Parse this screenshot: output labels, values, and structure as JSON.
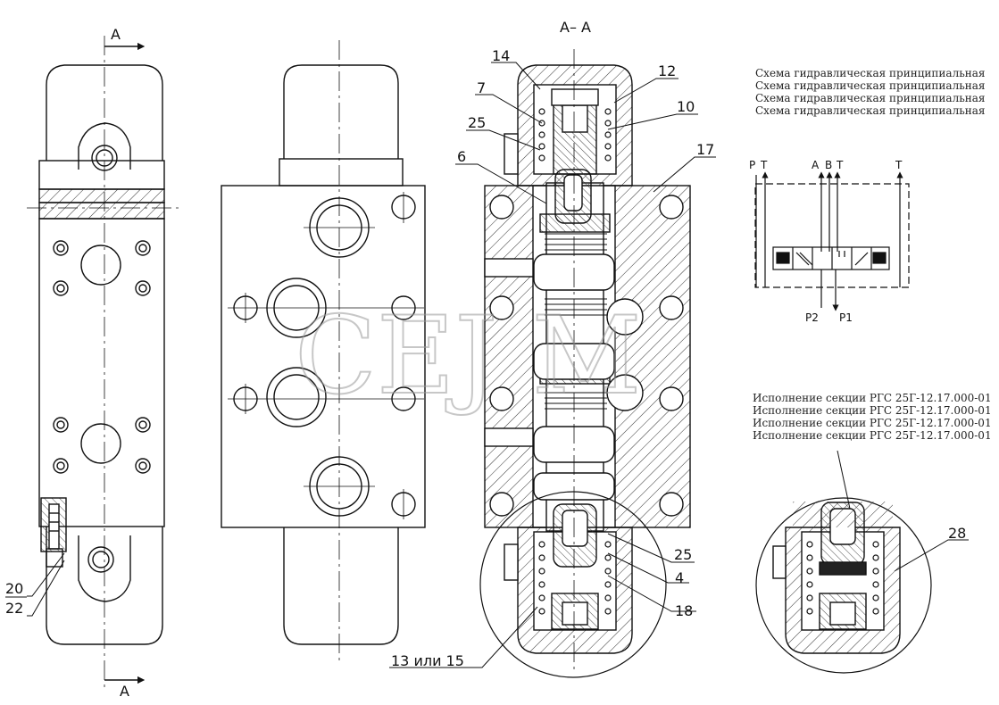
{
  "section": {
    "title": "А– А",
    "cut_label_top": "А",
    "cut_label_bottom": "А"
  },
  "labels": {
    "l14": "14",
    "l12": "12",
    "l7": "7",
    "l10": "10",
    "l25a": "25",
    "l6": "6",
    "l17": "17",
    "l25b": "25",
    "l4": "4",
    "l18": "18",
    "l13": "13 или 15",
    "l20": "20",
    "l22": "22",
    "l28": "28"
  },
  "schematic": {
    "title_lines": [
      "Схема гидравлическая принципиальная",
      "Схема гидравлическая принципиальная",
      "Схема гидравлическая принципиальная",
      "Схема гидравлическая принципиальная"
    ],
    "ports": {
      "p": "P",
      "t1": "T",
      "a": "A",
      "b": "B",
      "t2": "T",
      "t3": "T",
      "p2": "P2",
      "p1": "P1"
    }
  },
  "variant": {
    "lines": [
      "Исполнение секции РГС 25Г-12.17.000-01",
      "Исполнение секции РГС 25Г-12.17.000-01",
      "Исполнение секции РГС 25Г-12.17.000-01",
      "Исполнение секции РГС 25Г-12.17.000-01"
    ]
  },
  "watermark": "CEJ M"
}
